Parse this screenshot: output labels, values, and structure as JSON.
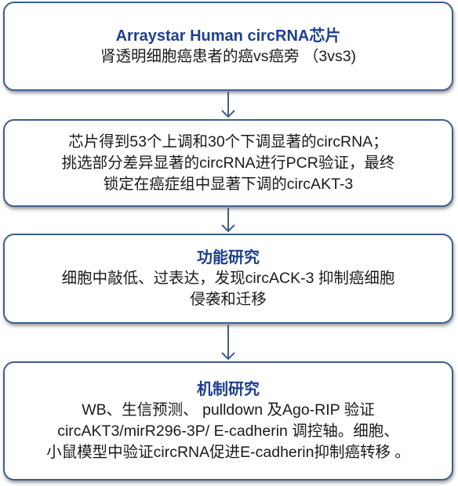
{
  "steps": [
    {
      "title": "Arraystar Human circRNA芯片",
      "lines": [
        "肾透明细胞癌患者的癌vs癌旁 （3vs3)"
      ]
    },
    {
      "title": "",
      "lines": [
        "芯片得到53个上调和30个下调显著的circRNA；",
        "挑选部分差异显著的circRNA进行PCR验证，最终",
        "锁定在癌症组中显著下调的circAKT-3"
      ]
    },
    {
      "title": "功能研究",
      "lines": [
        "细胞中敲低、过表达，发现circACK-3 抑制癌细胞",
        "侵袭和迁移"
      ]
    },
    {
      "title": "机制研究",
      "lines": [
        "WB、生信预测、 pulldown 及Ago-RIP 验证",
        "circAKT3/mirR296-3P/ E-cadherin 调控轴。细胞、",
        "小鼠模型中验证circRNA促进E-cadherin抑制癌转移 。"
      ]
    }
  ],
  "colors": {
    "border": "#3e5f8f",
    "title": "#1f3f8f",
    "arrow": "#3e5f8f",
    "text": "#1a1a1a"
  }
}
